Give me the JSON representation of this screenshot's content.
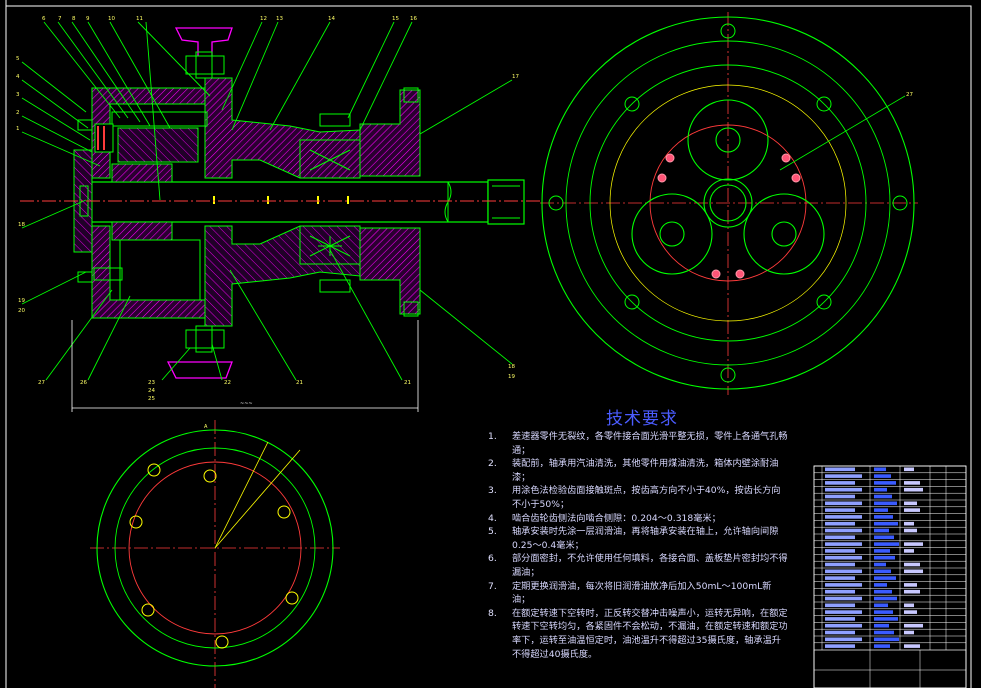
{
  "technical_requirements": {
    "title": "技术要求",
    "items": [
      {
        "num": "1.",
        "text": "差速器零件无裂纹，各零件接合面光滑平整无损，零件上各通气孔畅通；"
      },
      {
        "num": "2.",
        "text": "装配前，轴承用汽油清洗，其他零件用煤油清洗，箱体内壁涂耐油漆；"
      },
      {
        "num": "3.",
        "text": "用涂色法检验齿面接触斑点，按齿高方向不小于40%，按齿长方向不小于50%；"
      },
      {
        "num": "4.",
        "text": "啮合齿轮齿侧法向啮合侧隙：0.204～0.318毫米；"
      },
      {
        "num": "5.",
        "text": "轴承安装时先涂一层润滑油，再将轴承安装在轴上，允许轴向间隙0.25～0.4毫米；"
      },
      {
        "num": "6.",
        "text": "部分面密封，不允许使用任何填料，各接合面、盖板垫片密封均不得漏油；"
      },
      {
        "num": "7.",
        "text": "定期更换润滑油，每次将旧润滑油放净后加入50mL～100mL新油；"
      },
      {
        "num": "8.",
        "text": "在额定转速下空转时，正反转交替冲击噪声小，运转无异响，在额定转速下空转均匀，各紧固件不会松动，不漏油，在额定转速和额定功率下，运转至油温恒定时，油池温升不得超过35摄氏度，轴承温升不得超过40摄氏度。"
      }
    ]
  },
  "part_labels_left": [
    "1",
    "2",
    "3",
    "4",
    "5",
    "6",
    "7",
    "8",
    "9",
    "10",
    "11",
    "12",
    "13",
    "14",
    "15",
    "16",
    "17",
    "18",
    "19",
    "20",
    "21",
    "22",
    "23",
    "24",
    "25",
    "26",
    "27"
  ],
  "colors": {
    "background": "#000000",
    "frame": "#ffffff",
    "outline": "#00ff00",
    "hatch": "#ff00ff",
    "dimension": "#ffffff",
    "centerline": "#ff3b3b",
    "construction": "#ffff00",
    "text": "#4b5cff",
    "table_blue": "#3a5bff"
  }
}
